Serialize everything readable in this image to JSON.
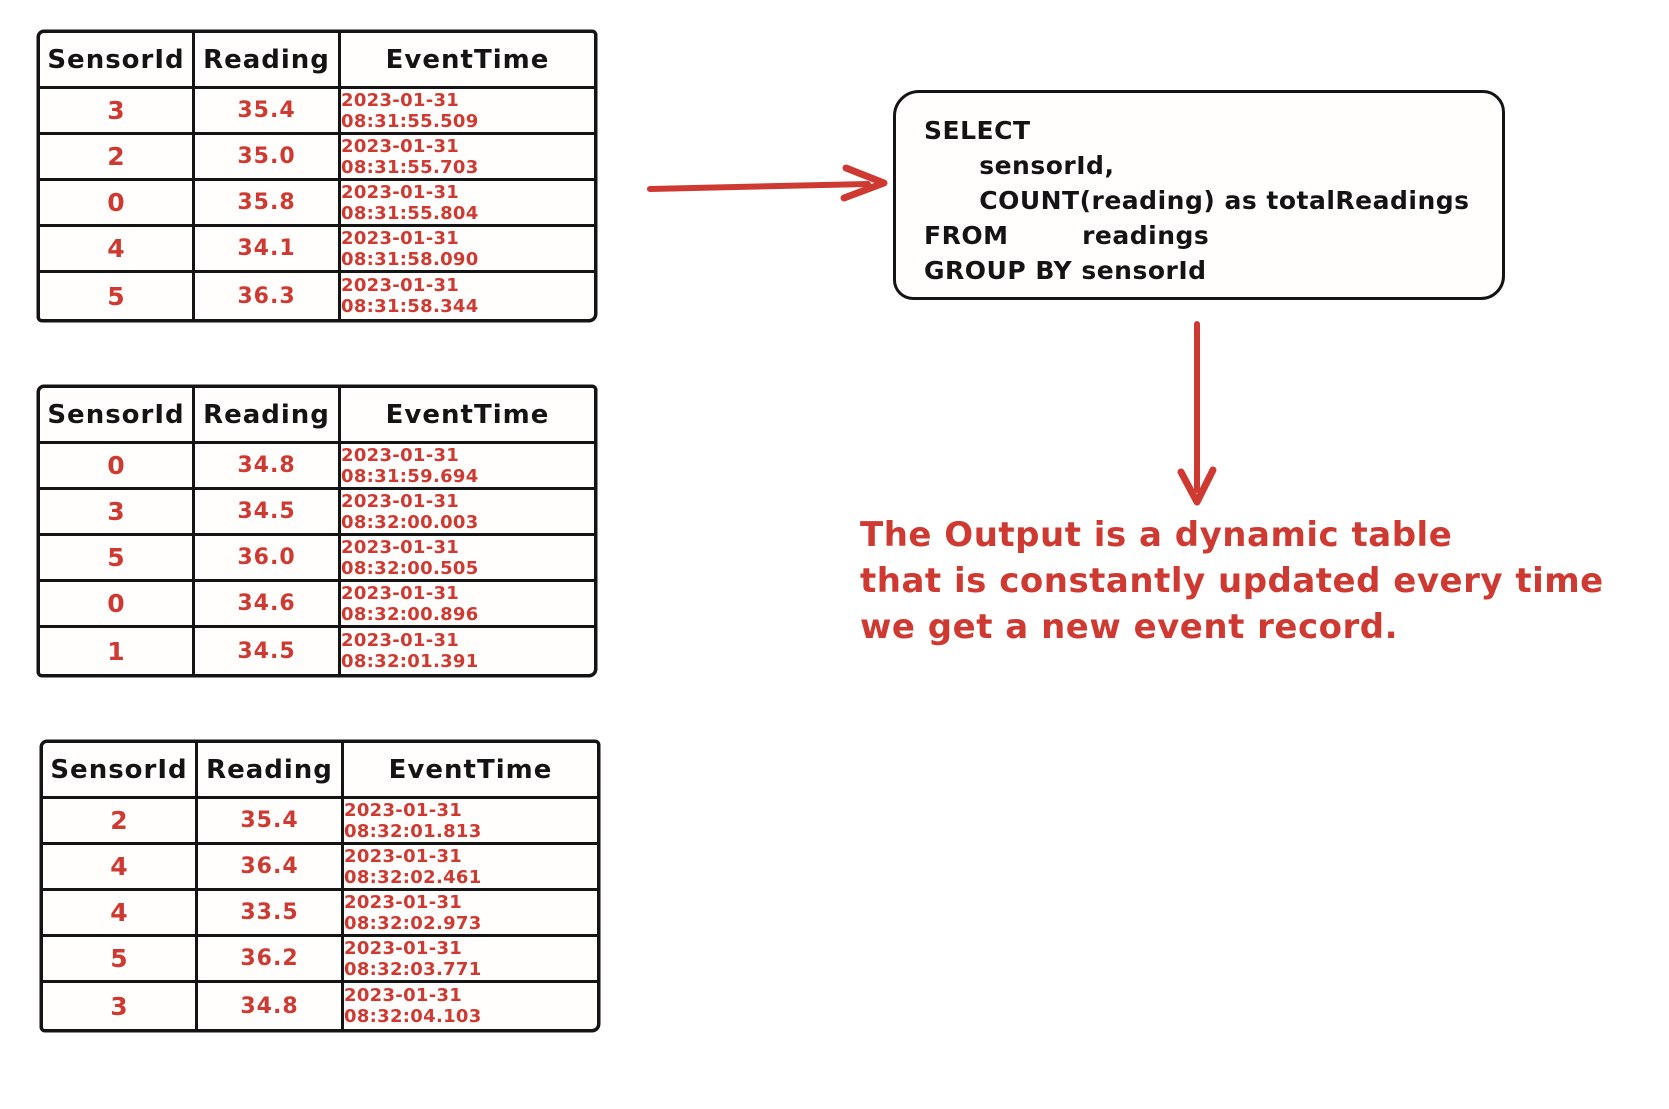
{
  "colors": {
    "ink": "#141414",
    "accent_red": "#ce3a32",
    "background": "#ffffff"
  },
  "tables": [
    {
      "name": "readings-batch-1",
      "headers": [
        "SensorId",
        "Reading",
        "EventTime"
      ],
      "rows": [
        [
          "3",
          "35.4",
          "2023-01-31 08:31:55.509"
        ],
        [
          "2",
          "35.0",
          "2023-01-31 08:31:55.703"
        ],
        [
          "0",
          "35.8",
          "2023-01-31 08:31:55.804"
        ],
        [
          "4",
          "34.1",
          "2023-01-31 08:31:58.090"
        ],
        [
          "5",
          "36.3",
          "2023-01-31 08:31:58.344"
        ]
      ]
    },
    {
      "name": "readings-batch-2",
      "headers": [
        "SensorId",
        "Reading",
        "EventTime"
      ],
      "rows": [
        [
          "0",
          "34.8",
          "2023-01-31 08:31:59.694"
        ],
        [
          "3",
          "34.5",
          "2023-01-31 08:32:00.003"
        ],
        [
          "5",
          "36.0",
          "2023-01-31 08:32:00.505"
        ],
        [
          "0",
          "34.6",
          "2023-01-31 08:32:00.896"
        ],
        [
          "1",
          "34.5",
          "2023-01-31 08:32:01.391"
        ]
      ]
    },
    {
      "name": "readings-batch-3",
      "headers": [
        "SensorId",
        "Reading",
        "EventTime"
      ],
      "rows": [
        [
          "2",
          "35.4",
          "2023-01-31 08:32:01.813"
        ],
        [
          "4",
          "36.4",
          "2023-01-31 08:32:02.461"
        ],
        [
          "4",
          "33.5",
          "2023-01-31 08:32:02.973"
        ],
        [
          "5",
          "36.2",
          "2023-01-31 08:32:03.771"
        ],
        [
          "3",
          "34.8",
          "2023-01-31 08:32:04.103"
        ]
      ]
    }
  ],
  "sql_box": {
    "lines": [
      "SELECT",
      "      sensorId,",
      "      COUNT(reading) as totalReadings",
      "FROM        readings",
      "GROUP BY sensorId"
    ]
  },
  "annotation": {
    "lines": [
      "The Output is a dynamic table",
      "that is constantly updated every time",
      "we get a new event record."
    ]
  }
}
